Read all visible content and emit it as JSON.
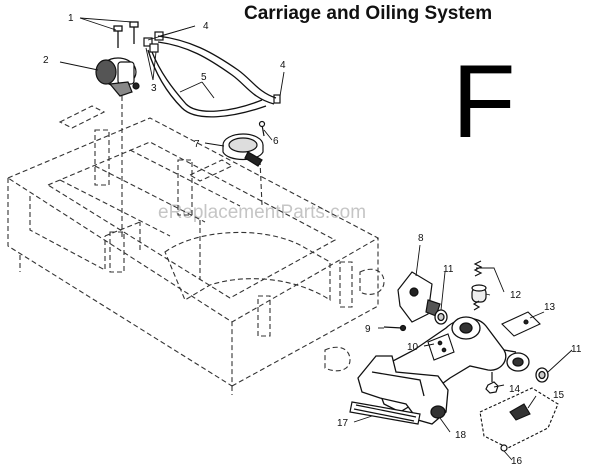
{
  "title": "Carriage and Oiling System",
  "section_letter": "F",
  "watermark": "eReplacementParts.com",
  "callouts": {
    "c1": "1",
    "c2": "2",
    "c3": "3",
    "c4a": "4",
    "c4b": "4",
    "c5": "5",
    "c6": "6",
    "c7": "7",
    "c8": "8",
    "c9": "9",
    "c10": "10",
    "c11a": "11",
    "c11b": "11",
    "c12": "12",
    "c13": "13",
    "c14": "14",
    "c15": "15",
    "c16": "16",
    "c17": "17",
    "c18": "18"
  }
}
